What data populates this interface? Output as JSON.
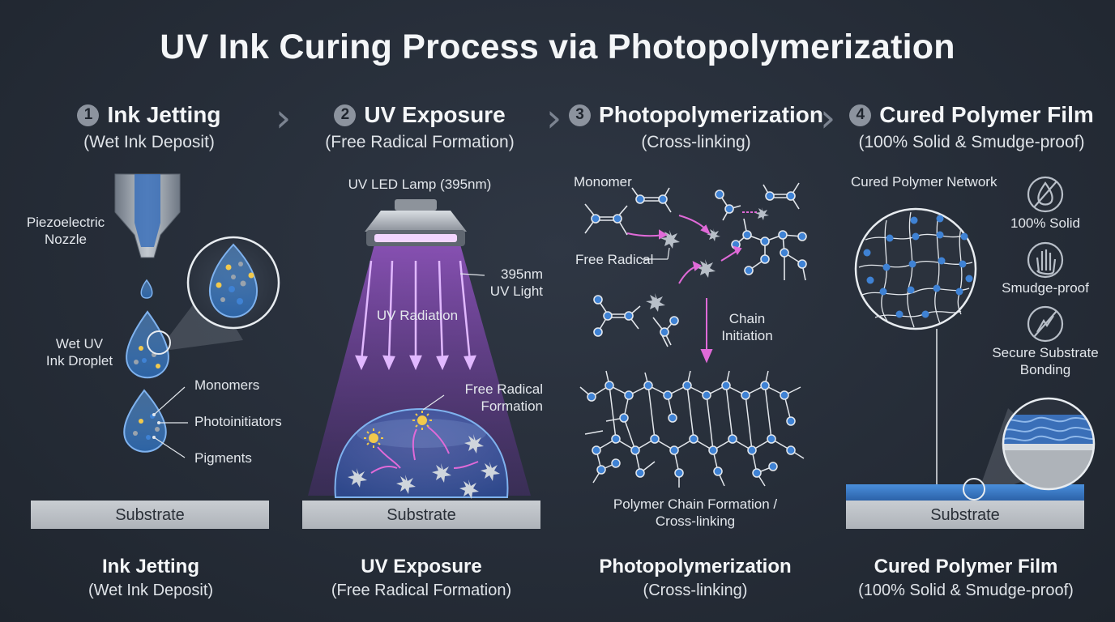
{
  "title": "UV Ink Curing Process via Photopolymerization",
  "steps": [
    {
      "num": "1",
      "title": "Ink Jetting",
      "subtitle": "(Wet Ink Deposit)"
    },
    {
      "num": "2",
      "title": "UV Exposure",
      "subtitle": "(Free Radical Formation)"
    },
    {
      "num": "3",
      "title": "Photopolymerization",
      "subtitle": "(Cross-linking)"
    },
    {
      "num": "4",
      "title": "Cured Polymer Film",
      "subtitle": "(100% Solid & Smudge-proof)"
    }
  ],
  "panel1": {
    "nozzle_label": "Piezoelectric\nNozzle",
    "droplet_label": "Wet UV\nInk Droplet",
    "monomers": "Monomers",
    "photoinitiators": "Photoinitiators",
    "pigments": "Pigments"
  },
  "panel2": {
    "lamp_label": "UV LED Lamp (395nm)",
    "uv_light_label": "395nm\nUV Light",
    "radiation_label": "UV Radiation",
    "free_radical_label": "Free Radical\nFormation"
  },
  "panel3": {
    "monomer_label": "Monomer",
    "free_radical_label": "Free Radical",
    "chain_initiation_label": "Chain\nInitiation",
    "polymer_label": "Polymer Chain Formation /\nCross-linking"
  },
  "panel4": {
    "network_label": "Cured Polymer Network",
    "solid_label": "100% Solid",
    "smudge_label": "Smudge-proof",
    "bonding_label": "Secure Substrate\nBonding"
  },
  "substrate_label": "Substrate",
  "colors": {
    "background": "#262d38",
    "ink_blue": "#3f82d4",
    "uv_purple": "#a24fd6",
    "yellow": "#f2c94c",
    "substrate": "#bcc1c7"
  }
}
